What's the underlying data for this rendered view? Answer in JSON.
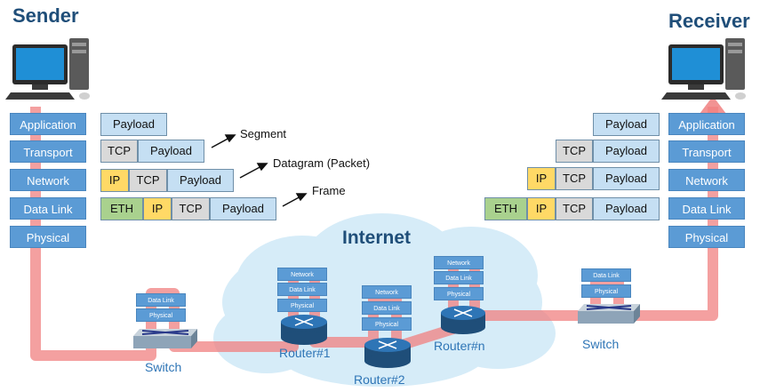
{
  "sender": {
    "title": "Sender"
  },
  "receiver": {
    "title": "Receiver"
  },
  "stack_layers": [
    "Application",
    "Transport",
    "Network",
    "Data Link",
    "Physical"
  ],
  "encapsulation": {
    "payload": "Payload",
    "tcp": "TCP",
    "ip": "IP",
    "eth": "ETH",
    "segment_label": "Segment",
    "datagram_label": "Datagram (Packet)",
    "frame_label": "Frame"
  },
  "internet_label": "Internet",
  "devices": {
    "switch_left": {
      "label": "Switch",
      "layers": [
        "Data Link",
        "Physical"
      ]
    },
    "router1": {
      "label": "Router#1",
      "layers": [
        "Network",
        "Data Link",
        "Physical"
      ]
    },
    "router2": {
      "label": "Router#2",
      "layers": [
        "Network",
        "Data Link",
        "Physical"
      ]
    },
    "routern": {
      "label": "Router#n",
      "layers": [
        "Network",
        "Data Link",
        "Physical"
      ]
    },
    "switch_right": {
      "label": "Switch",
      "layers": [
        "Data Link",
        "Physical"
      ]
    }
  },
  "colors": {
    "layer_blue": "#5b9bd5",
    "path_red": "#f08080",
    "cloud": "#d6ecf8",
    "payload": "#c5dff3",
    "tcp": "#d9d9d9",
    "ip": "#ffd966",
    "eth": "#a9d18e"
  }
}
